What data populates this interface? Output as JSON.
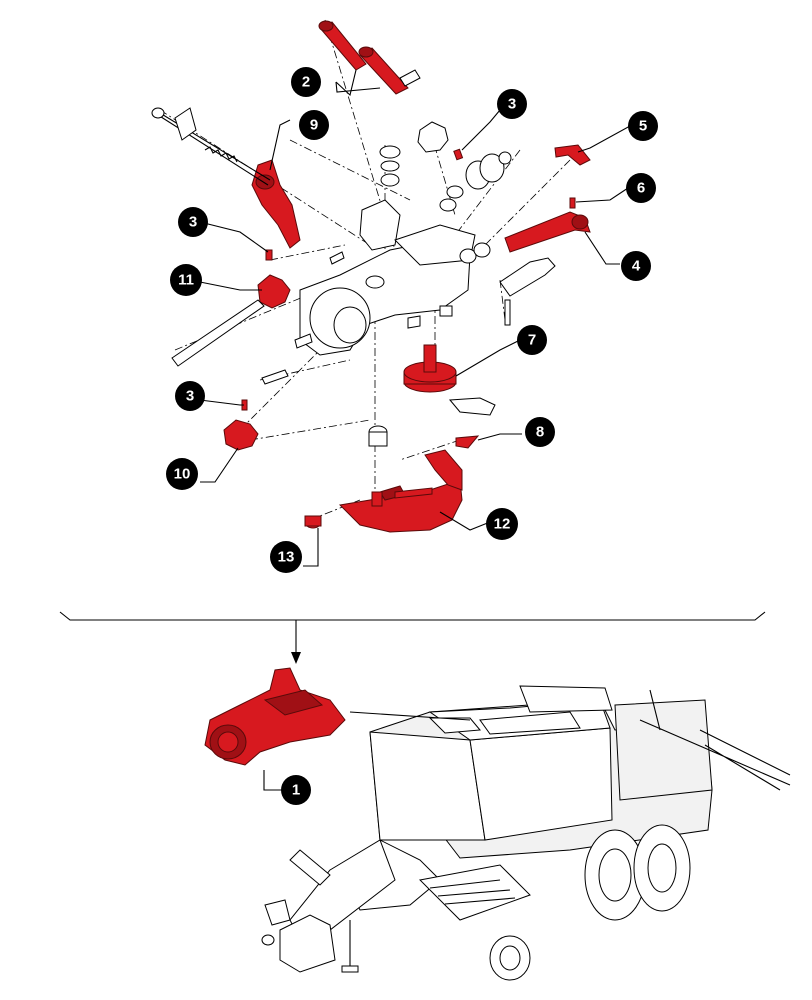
{
  "callouts": [
    {
      "id": "1",
      "label": "1"
    },
    {
      "id": "2",
      "label": "2"
    },
    {
      "id": "3a",
      "label": "3"
    },
    {
      "id": "3b",
      "label": "3"
    },
    {
      "id": "3c",
      "label": "3"
    },
    {
      "id": "4",
      "label": "4"
    },
    {
      "id": "5",
      "label": "5"
    },
    {
      "id": "6",
      "label": "6"
    },
    {
      "id": "7",
      "label": "7"
    },
    {
      "id": "8",
      "label": "8"
    },
    {
      "id": "9",
      "label": "9"
    },
    {
      "id": "10",
      "label": "10"
    },
    {
      "id": "11",
      "label": "11"
    },
    {
      "id": "12",
      "label": "12"
    },
    {
      "id": "13",
      "label": "13"
    }
  ],
  "colors": {
    "highlight": "#d7191f",
    "callout": "#000000",
    "line": "#000000",
    "background": "#ffffff"
  }
}
